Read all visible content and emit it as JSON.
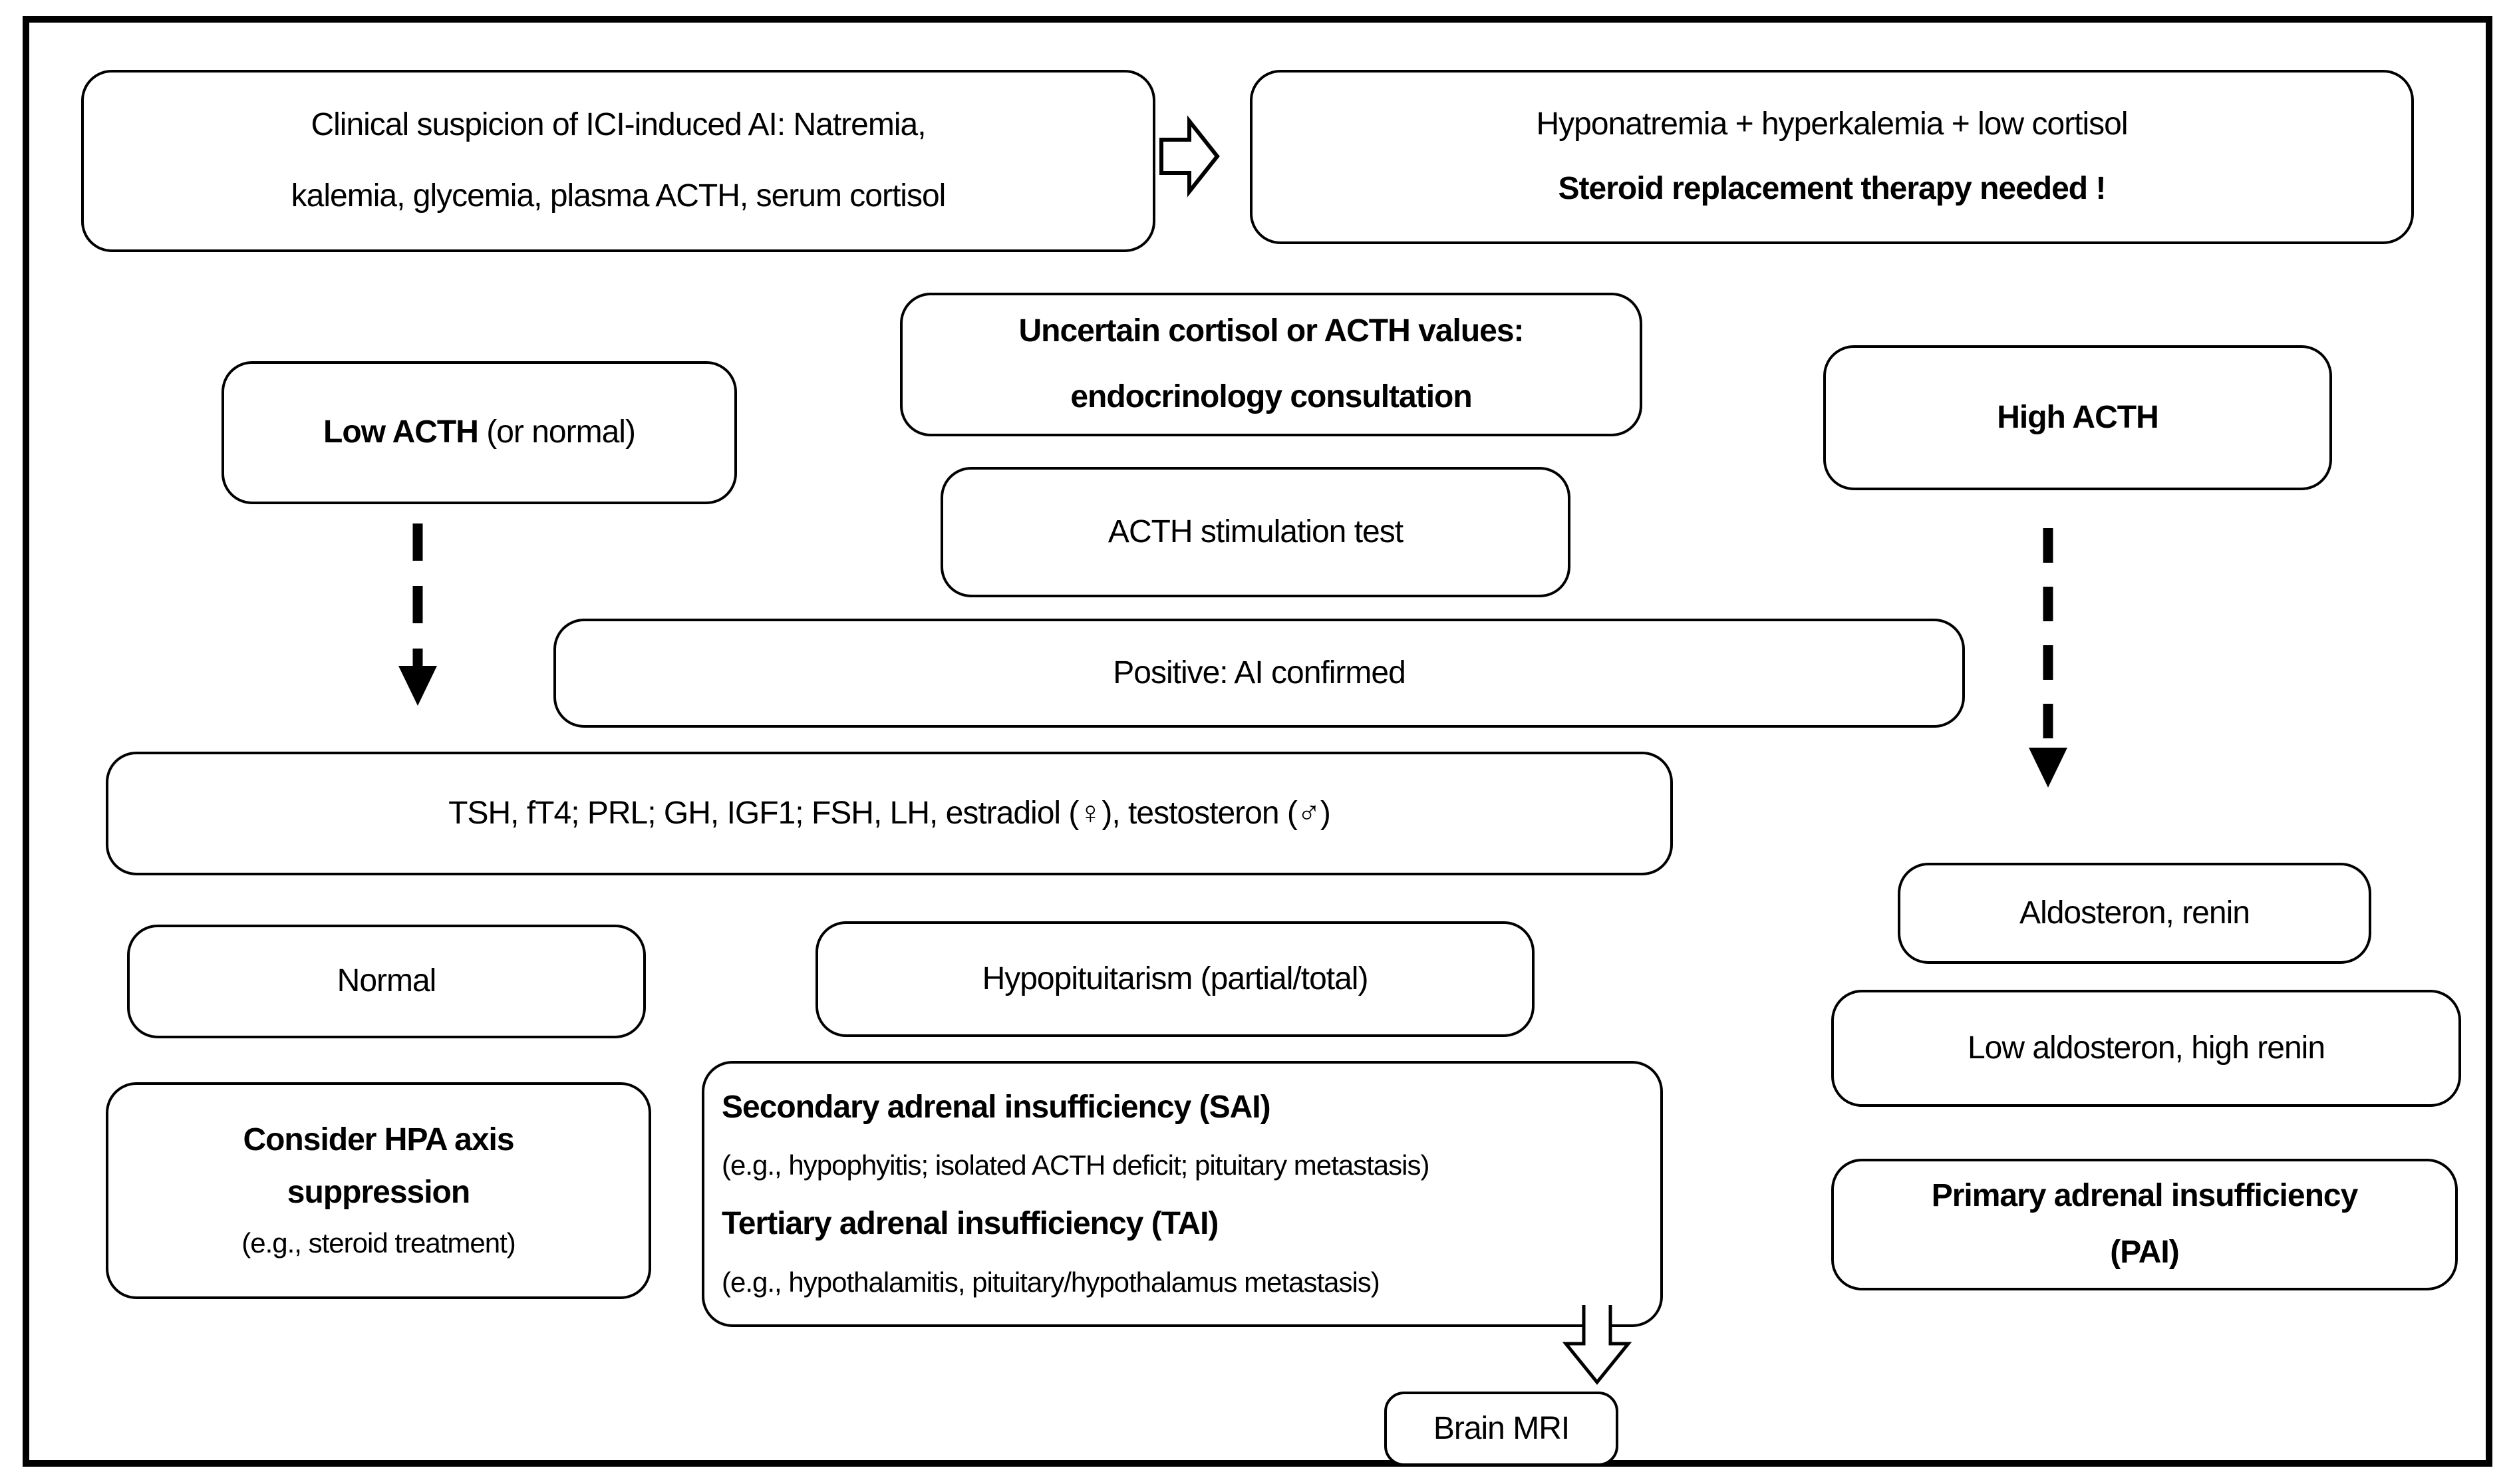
{
  "colors": {
    "ink": "#000000",
    "background": "#ffffff"
  },
  "boxes": {
    "clinical_suspicion": {
      "line1": "Clinical suspicion of ICI-induced AI: Natremia,",
      "line2": "kalemia, glycemia, plasma ACTH, serum cortisol"
    },
    "steroid_replacement": {
      "line1": "Hyponatremia + hyperkalemia + low cortisol",
      "line2": "Steroid replacement therapy needed !"
    },
    "uncertain_values": {
      "line1": "Uncertain cortisol or ACTH values:",
      "line2": "endocrinology consultation"
    },
    "low_acth": {
      "bold": "Low ACTH",
      "rest": " (or normal)"
    },
    "high_acth": {
      "label": "High ACTH"
    },
    "acth_stimulation": {
      "label": "ACTH stimulation test"
    },
    "positive_ai": {
      "label": "Positive: AI confirmed"
    },
    "pituitary_panel": {
      "label": "TSH, fT4; PRL; GH, IGF1; FSH, LH, estradiol (♀), testosteron (♂)"
    },
    "normal": {
      "label": "Normal"
    },
    "hypopituitarism": {
      "label": "Hypopituitarism (partial/total)"
    },
    "hpa_suppression": {
      "line1": "Consider HPA axis",
      "line2": "suppression",
      "line3": "(e.g.,  steroid treatment)"
    },
    "sai_tai": {
      "sai": "Secondary adrenal insufficiency (SAI)",
      "sai_eg": "(e.g., hypophyitis; isolated ACTH deficit; pituitary metastasis)",
      "tai": "Tertiary adrenal insufficiency (TAI)",
      "tai_eg": "(e.g., hypothalamitis, pituitary/hypothalamus metastasis)"
    },
    "aldosteron_renin": {
      "label": "Aldosteron, renin"
    },
    "low_aldosteron_high_renin": {
      "label": "Low aldosteron, high renin"
    },
    "pai": {
      "line1": "Primary adrenal insufficiency",
      "line2": "(PAI)"
    },
    "brain_mri": {
      "label": "Brain MRI"
    }
  },
  "icons": {
    "right_block_arrow": "hollow block arrow pointing right",
    "dashed_down_arrow_left": "dashed down arrow from Low ACTH",
    "dashed_down_arrow_right": "dashed down arrow from High ACTH",
    "down_block_arrow": "hollow block arrow pointing down to Brain MRI"
  }
}
